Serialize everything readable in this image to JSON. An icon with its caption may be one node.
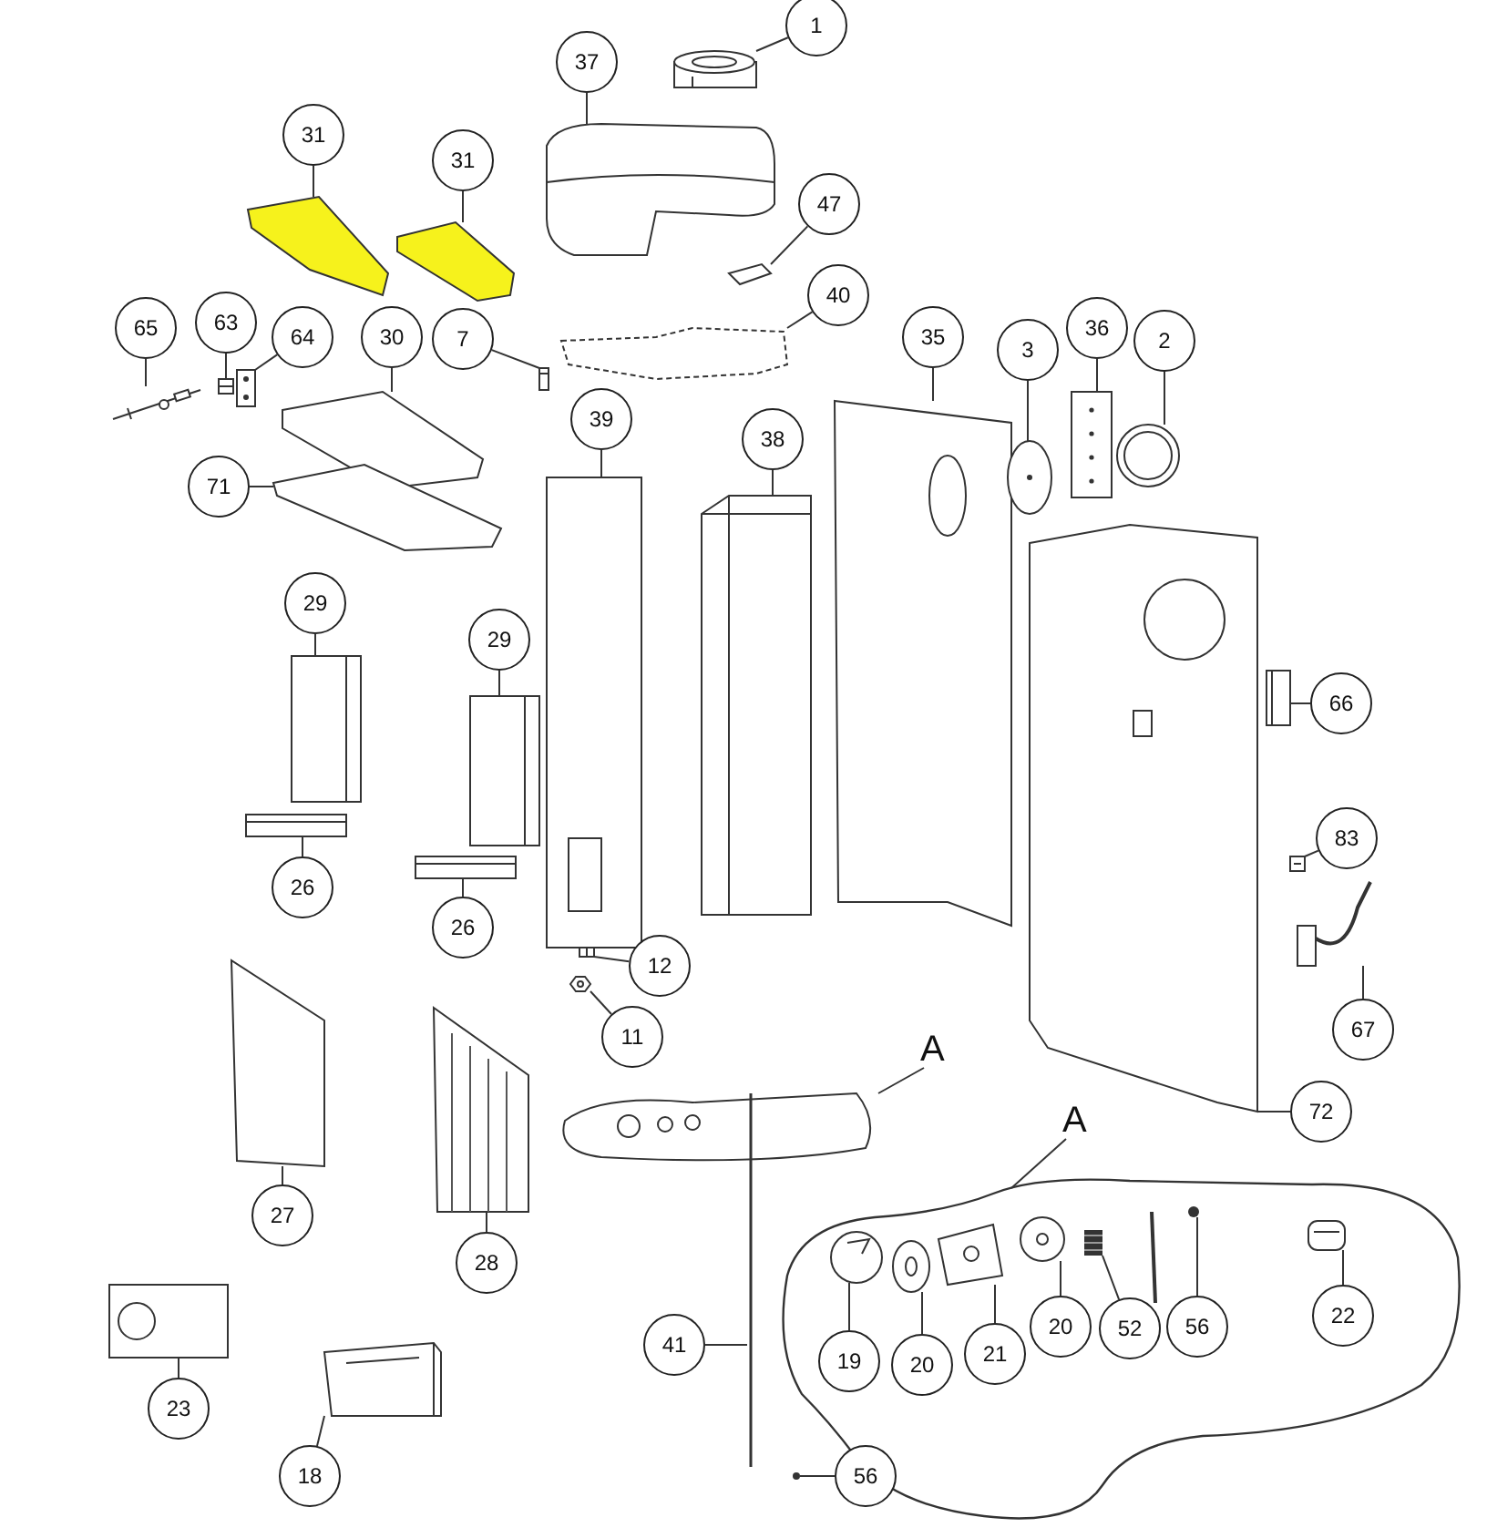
{
  "diagram": {
    "nodes": [
      {
        "text": [
          "1"
        ]
      },
      {
        "text": [
          "37"
        ]
      },
      {
        "text": [
          "31"
        ]
      },
      {
        "text": [
          "31"
        ]
      },
      {
        "text": [
          "47"
        ]
      },
      {
        "text": [
          "40"
        ]
      },
      {
        "text": [
          "7"
        ]
      },
      {
        "text": [
          "65"
        ]
      },
      {
        "text": [
          "63"
        ]
      },
      {
        "text": [
          "64"
        ]
      },
      {
        "text": [
          "30"
        ]
      },
      {
        "text": [
          "35"
        ]
      },
      {
        "text": [
          "3"
        ]
      },
      {
        "text": [
          "36"
        ]
      },
      {
        "text": [
          "2"
        ]
      },
      {
        "text": [
          "39"
        ]
      },
      {
        "text": [
          "38"
        ]
      },
      {
        "text": [
          "71"
        ]
      },
      {
        "text": [
          "29"
        ]
      },
      {
        "text": [
          "29"
        ]
      },
      {
        "text": [
          "66"
        ]
      },
      {
        "text": [
          "83"
        ]
      },
      {
        "text": [
          "26"
        ]
      },
      {
        "text": [
          "26"
        ]
      },
      {
        "text": [
          "12"
        ]
      },
      {
        "text": [
          "67"
        ]
      },
      {
        "text": [
          "11"
        ]
      },
      {
        "text": [
          "A"
        ]
      },
      {
        "text": [
          "72"
        ]
      },
      {
        "text": [
          "A"
        ]
      },
      {
        "text": [],
        "shape": "cloud"
      },
      {
        "text": [
          "27"
        ]
      },
      {
        "text": [
          "28"
        ]
      },
      {
        "text": [
          "22"
        ],
        "in": 30
      },
      {
        "text": [
          "52"
        ],
        "in": 30
      },
      {
        "text": [
          "56"
        ],
        "in": 30
      },
      {
        "text": [
          "19"
        ],
        "in": 30
      },
      {
        "text": [
          "20"
        ],
        "in": 30
      },
      {
        "text": [
          "21"
        ],
        "in": 30
      },
      {
        "text": [
          "20"
        ],
        "in": 30
      },
      {
        "text": [
          "41"
        ]
      },
      {
        "text": [
          "23"
        ]
      },
      {
        "text": [
          "18"
        ]
      },
      {
        "text": [
          "56"
        ]
      },
      {
        "text": [],
        "shape": "picture"
      },
      {
        "text": [],
        "shape": "picture"
      },
      {
        "text": [],
        "shape": "picture"
      },
      {
        "text": [],
        "shape": "picture"
      },
      {
        "text": [],
        "shape": "picture"
      },
      {
        "text": [],
        "shape": "picture"
      },
      {
        "text": [],
        "shape": "picture"
      },
      {
        "text": [],
        "shape": "picture"
      },
      {
        "text": [],
        "shape": "picture"
      },
      {
        "text": [],
        "shape": "picture"
      },
      {
        "text": [],
        "shape": "picture"
      },
      {
        "text": [],
        "shape": "picture"
      },
      {
        "text": [],
        "shape": "picture"
      },
      {
        "text": [],
        "shape": "picture"
      },
      {
        "text": [],
        "shape": "picture"
      },
      {
        "text": [],
        "shape": "picture"
      },
      {
        "text": [],
        "shape": "picture"
      },
      {
        "text": [],
        "shape": "picture"
      },
      {
        "text": [],
        "shape": "picture"
      },
      {
        "text": [],
        "shape": "picture"
      },
      {
        "text": [],
        "shape": "picture"
      },
      {
        "text": [],
        "shape": "picture"
      },
      {
        "text": [],
        "shape": "picture"
      },
      {
        "text": [],
        "shape": "picture"
      },
      {
        "text": [],
        "shape": "picture"
      },
      {
        "text": [],
        "shape": "picture"
      },
      {
        "text": [],
        "shape": "picture"
      },
      {
        "text": [],
        "shape": "picture"
      },
      {
        "text": [],
        "shape": "picture"
      },
      {
        "text": [],
        "shape": "picture"
      },
      {
        "text": [],
        "shape": "picture"
      },
      {
        "text": [],
        "shape": "picture"
      },
      {
        "text": [],
        "shape": "picture"
      },
      {
        "text": [],
        "shape": "picture",
        "in": 30
      },
      {
        "text": [],
        "shape": "picture",
        "in": 30
      },
      {
        "text": [],
        "shape": "picture",
        "in": 30
      },
      {
        "text": [],
        "shape": "picture",
        "in": 30
      },
      {
        "text": [],
        "shape": "picture",
        "in": 30
      },
      {
        "text": [],
        "shape": "picture",
        "in": 30
      },
      {
        "text": [],
        "shape": "picture",
        "in": 30
      },
      {
        "text": [],
        "shape": "picture"
      },
      {
        "text": [],
        "shape": "picture"
      }
    ],
    "edges": [
      {
        "from": 0,
        "to": 44,
        "arrow": "none"
      },
      {
        "from": 1,
        "to": 45,
        "arrow": "none"
      },
      {
        "from": 2,
        "to": 46,
        "arrow": "none"
      },
      {
        "from": 3,
        "to": 47,
        "arrow": "none"
      },
      {
        "from": 4,
        "to": 48,
        "arrow": "none"
      },
      {
        "from": 5,
        "to": 49,
        "arrow": "none"
      },
      {
        "from": 6,
        "to": 50,
        "arrow": "none"
      },
      {
        "from": 7,
        "to": 51,
        "arrow": "none"
      },
      {
        "from": 8,
        "to": 52,
        "arrow": "none"
      },
      {
        "from": 9,
        "to": 53,
        "arrow": "none"
      },
      {
        "from": 10,
        "to": 54,
        "arrow": "none"
      },
      {
        "from": 11,
        "to": 58,
        "arrow": "none"
      },
      {
        "from": 12,
        "to": 59,
        "arrow": "none"
      },
      {
        "from": 13,
        "to": 60,
        "arrow": "none"
      },
      {
        "from": 14,
        "to": 61,
        "arrow": "none"
      },
      {
        "from": 15,
        "to": 56,
        "arrow": "none"
      },
      {
        "from": 16,
        "to": 57,
        "arrow": "none"
      },
      {
        "from": 17,
        "to": 55,
        "arrow": "none"
      },
      {
        "from": 18,
        "to": 63,
        "arrow": "none"
      },
      {
        "from": 19,
        "to": 64,
        "arrow": "none"
      },
      {
        "from": 20,
        "to": 67,
        "arrow": "none"
      },
      {
        "from": 21,
        "to": 68,
        "arrow": "none"
      },
      {
        "from": 22,
        "to": 65,
        "arrow": "none"
      },
      {
        "from": 23,
        "to": 66,
        "arrow": "none"
      },
      {
        "from": 24,
        "to": 70,
        "arrow": "none"
      },
      {
        "from": 25,
        "to": 69,
        "arrow": "none"
      },
      {
        "from": 26,
        "to": 71,
        "arrow": "none"
      },
      {
        "from": 27,
        "to": 74,
        "arrow": "none"
      },
      {
        "from": 28,
        "to": 62,
        "arrow": "none"
      },
      {
        "from": 29,
        "to": 30,
        "arrow": "none"
      },
      {
        "from": 31,
        "to": 72,
        "arrow": "none"
      },
      {
        "from": 32,
        "to": 73,
        "arrow": "none"
      },
      {
        "from": 33,
        "to": 83,
        "arrow": "none"
      },
      {
        "from": 34,
        "to": 81,
        "arrow": "none"
      },
      {
        "from": 35,
        "to": 82,
        "arrow": "none"
      },
      {
        "from": 36,
        "to": 77,
        "arrow": "none"
      },
      {
        "from": 37,
        "to": 78,
        "arrow": "none"
      },
      {
        "from": 38,
        "to": 79,
        "arrow": "none"
      },
      {
        "from": 39,
        "to": 80,
        "arrow": "none"
      },
      {
        "from": 40,
        "to": 75,
        "arrow": "none"
      },
      {
        "from": 41,
        "to": 84,
        "arrow": "none"
      },
      {
        "from": 42,
        "to": 85,
        "arrow": "none"
      },
      {
        "from": 43,
        "to": 76,
        "arrow": "none"
      }
    ]
  }
}
